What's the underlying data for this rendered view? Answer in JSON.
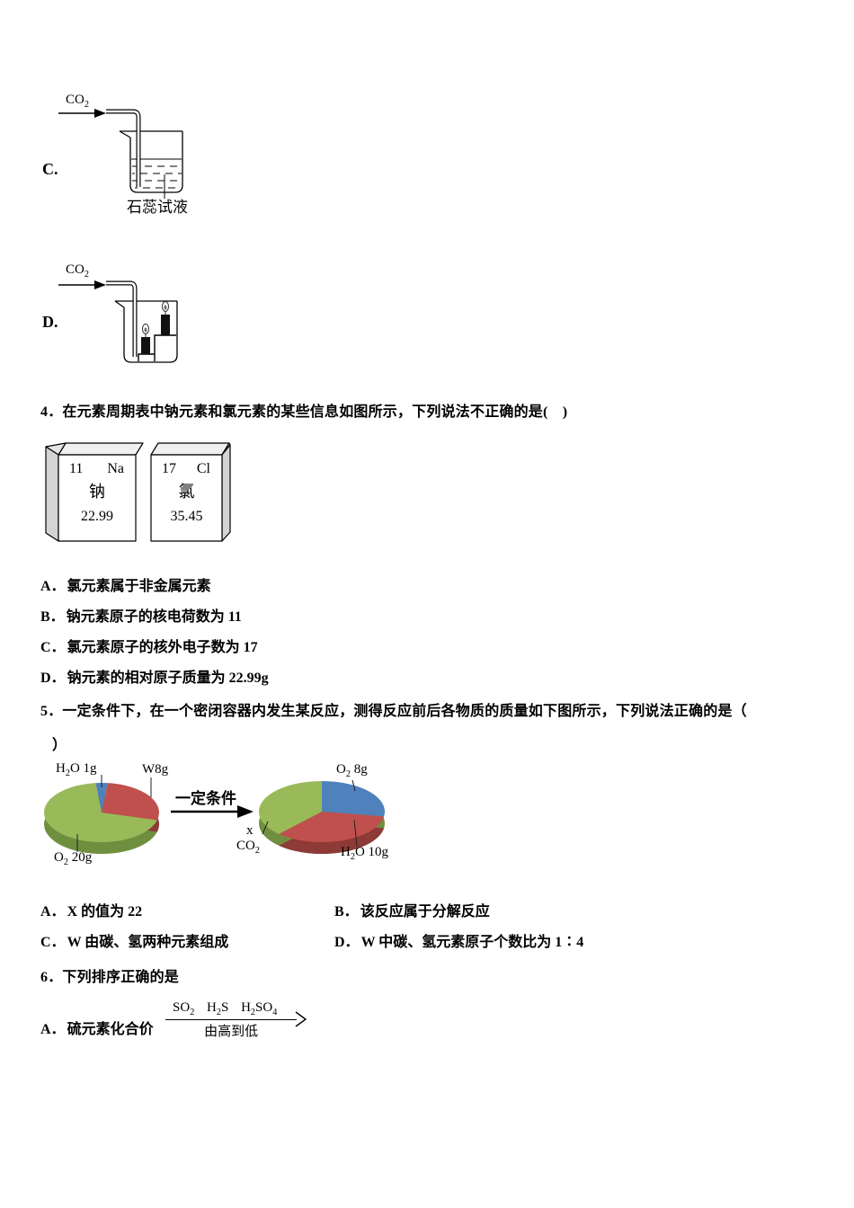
{
  "colors": {
    "pie_green": "#9aba59",
    "pie_green_dark": "#6f8f3f",
    "pie_red": "#c0504d",
    "pie_red_dark": "#8e3a37",
    "pie_blue": "#4f81bd"
  },
  "formulas": {
    "co2": [
      "CO",
      "2"
    ],
    "h2o": [
      "H",
      "2",
      "O"
    ],
    "o2": [
      "O",
      "2"
    ],
    "so2": [
      "SO",
      "2"
    ],
    "h2s": [
      "H",
      "2",
      "S"
    ],
    "h2so4": [
      "H",
      "2",
      "SO",
      "4"
    ]
  },
  "figC": {
    "option_label": "C.",
    "caption": "石蕊试液"
  },
  "figD": {
    "option_label": "D."
  },
  "q4": {
    "stem": "4．在元素周期表中钠元素和氯元素的某些信息如图所示，下列说法不正确的是(　)",
    "tiles": [
      {
        "number": "11",
        "symbol": "Na",
        "name": "钠",
        "mass": "22.99"
      },
      {
        "number": "17",
        "symbol": "Cl",
        "name": "氯",
        "mass": "35.45"
      }
    ],
    "options": [
      {
        "label": "A．",
        "text": "氯元素属于非金属元素"
      },
      {
        "label": "B．",
        "text": "钠元素原子的核电荷数为 11"
      },
      {
        "label": "C．",
        "text": "氯元素原子的核外电子数为 17"
      },
      {
        "label": "D．",
        "text": "钠元素的相对原子质量为 22.99g"
      }
    ]
  },
  "q5": {
    "stem_line1": "5．一定条件下，在一个密闭容器内发生某反应，测得反应前后各物质的质量如下图所示，下列说法正确的是（",
    "stem_line2": "）",
    "arrow_label": "一定条件",
    "pie_left": {
      "h2o_amount": " 1g",
      "w_label": "W8g",
      "o2_amount": " 20g"
    },
    "pie_right": {
      "o2_amount": " 8g",
      "x_label": "x",
      "h2o_amount": " 10g"
    },
    "options": [
      {
        "label": "A．",
        "text": "X 的值为 22"
      },
      {
        "label": "B．",
        "text": "该反应属于分解反应"
      },
      {
        "label": "C．",
        "text": "W 由碳、氢两种元素组成"
      },
      {
        "label": "D．",
        "text": "W 中碳、氢元素原子个数比为 1∶4"
      }
    ]
  },
  "q6": {
    "stem": "6．下列排序正确的是",
    "optionA": {
      "label": "A．",
      "text": "硫元素化合价",
      "arrow_below": "由高到低"
    }
  },
  "chart_data": [
    {
      "type": "pie",
      "position": "left_before_reaction",
      "unit": "g",
      "slices": [
        {
          "label": "H2O",
          "value": 1,
          "color": "#4f81bd"
        },
        {
          "label": "W",
          "value": 8,
          "color": "#c0504d"
        },
        {
          "label": "O2",
          "value": 20,
          "color": "#9aba59"
        }
      ]
    },
    {
      "type": "pie",
      "position": "right_after_reaction",
      "unit": "g",
      "slices": [
        {
          "label": "O2",
          "value": 8,
          "color": "#4f81bd"
        },
        {
          "label": "H2O",
          "value": 10,
          "color": "#c0504d"
        },
        {
          "label": "CO2",
          "value": "x",
          "color": "#9aba59"
        }
      ]
    }
  ]
}
